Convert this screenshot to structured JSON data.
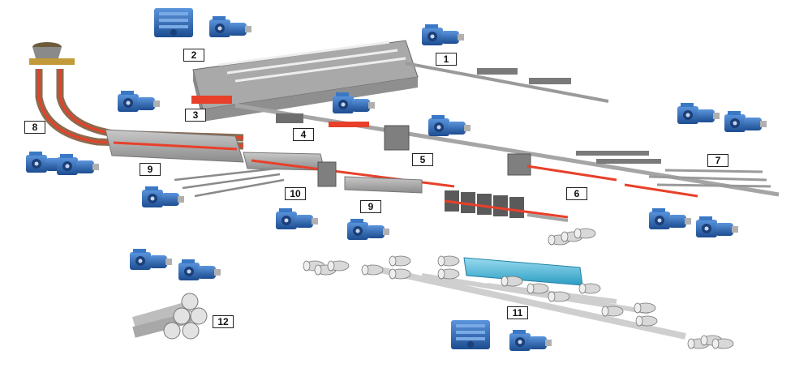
{
  "callouts": {
    "c1": "1",
    "c2": "2",
    "c3": "3",
    "c4": "4",
    "c5": "5",
    "c6": "6",
    "c7": "7",
    "c8": "8",
    "c9a": "9",
    "c9b": "9",
    "c10": "10",
    "c11": "11",
    "c12": "12"
  },
  "colors": {
    "gearmotor_blue": "#2f6fc0",
    "gearmotor_dark": "#1d4d91",
    "machine_grey": "#9a9a9a",
    "machine_light": "#d0d0d0",
    "hot_steel": "#e8402a",
    "coil_teal": "#3fb6d8",
    "sheet_grey": "#c9c9c9"
  },
  "icons": [
    "gearmotor-icon",
    "ladle-icon",
    "furnace-icon",
    "mill-stand-icon",
    "coil-icon",
    "pipe-bundle-icon"
  ]
}
